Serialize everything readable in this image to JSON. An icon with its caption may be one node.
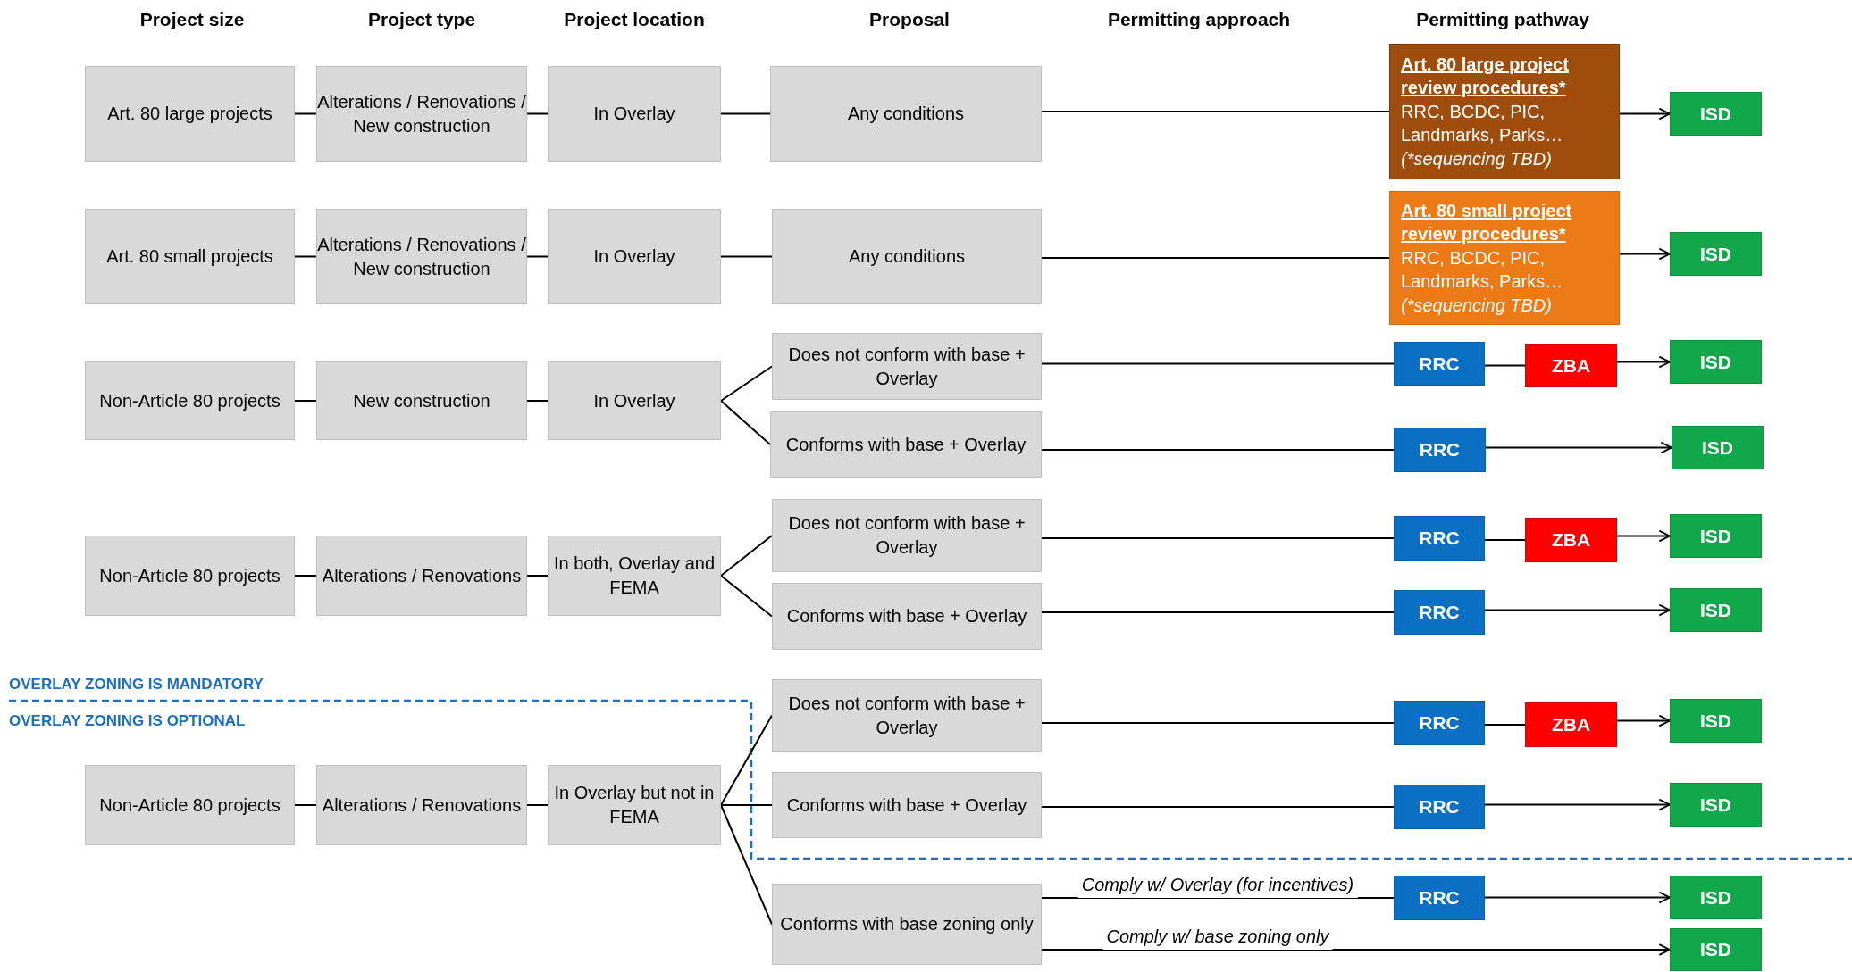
{
  "diagram": {
    "nodes": [
      {
        "text": [
          "Art. 80 large projects"
        ]
      },
      {
        "text": [
          "Alterations / Renovations / New construction"
        ]
      },
      {
        "text": [
          "In Overlay"
        ]
      },
      {
        "text": [
          "Any conditions"
        ]
      },
      {
        "text": [
          "Art. 80 large project review procedures*",
          "RRC, BCDC, PIC, Landmarks, Parks…",
          "(*sequencing TBD)"
        ]
      },
      {
        "text": [
          "ISD"
        ]
      },
      {
        "text": [
          "Art. 80 small projects"
        ]
      },
      {
        "text": [
          "Alterations / Renovations / New construction"
        ]
      },
      {
        "text": [
          "In Overlay"
        ]
      },
      {
        "text": [
          "Any conditions"
        ]
      },
      {
        "text": [
          "Art. 80 small project review procedures*",
          "RRC, BCDC, PIC, Landmarks, Parks…",
          "(*sequencing TBD)"
        ]
      },
      {
        "text": [
          "ISD"
        ]
      },
      {
        "text": [
          "Non-Article 80 projects"
        ]
      },
      {
        "text": [
          "New construction"
        ]
      },
      {
        "text": [
          "In Overlay"
        ]
      },
      {
        "text": [
          "Does not conform with base + Overlay"
        ]
      },
      {
        "text": [
          "RRC"
        ]
      },
      {
        "text": [
          "ZBA"
        ]
      },
      {
        "text": [
          "ISD"
        ]
      },
      {
        "text": [
          "Conforms with base + Overlay"
        ]
      },
      {
        "text": [
          "RRC"
        ]
      },
      {
        "text": [
          "ISD"
        ]
      },
      {
        "text": [
          "Non-Article 80 projects"
        ]
      },
      {
        "text": [
          "Alterations / Renovations"
        ]
      },
      {
        "text": [
          "In both, Overlay and FEMA"
        ]
      },
      {
        "text": [
          "Does not conform with base + Overlay"
        ]
      },
      {
        "text": [
          "RRC"
        ]
      },
      {
        "text": [
          "ZBA"
        ]
      },
      {
        "text": [
          "ISD"
        ]
      },
      {
        "text": [
          "Conforms with base + Overlay"
        ]
      },
      {
        "text": [
          "RRC"
        ]
      },
      {
        "text": [
          "ISD"
        ]
      },
      {
        "text": [
          "Non-Article 80 projects"
        ]
      },
      {
        "text": [
          "Alterations / Renovations"
        ]
      },
      {
        "text": [
          "In Overlay but not in FEMA"
        ]
      },
      {
        "text": [
          "Does not conform with base + Overlay"
        ]
      },
      {
        "text": [
          "RRC"
        ]
      },
      {
        "text": [
          "ZBA"
        ]
      },
      {
        "text": [
          "ISD"
        ]
      },
      {
        "text": [
          "Conforms with base + Overlay"
        ]
      },
      {
        "text": [
          "RRC"
        ]
      },
      {
        "text": [
          "ISD"
        ]
      },
      {
        "text": [
          "Conforms with base zoning only"
        ]
      },
      {
        "text": [
          "RRC"
        ]
      },
      {
        "text": [
          "ISD"
        ]
      },
      {
        "text": [
          "ISD"
        ]
      }
    ],
    "edges": [
      {
        "from": 0,
        "to": 1,
        "arrow": "none"
      },
      {
        "from": 1,
        "to": 2,
        "arrow": "none"
      },
      {
        "from": 2,
        "to": 3,
        "arrow": "none"
      },
      {
        "from": 3,
        "to": 4,
        "arrow": "none"
      },
      {
        "from": 4,
        "to": 5,
        "arrow": "to"
      },
      {
        "from": 6,
        "to": 7,
        "arrow": "none"
      },
      {
        "from": 7,
        "to": 8,
        "arrow": "none"
      },
      {
        "from": 8,
        "to": 9,
        "arrow": "none"
      },
      {
        "from": 9,
        "to": 10,
        "arrow": "none"
      },
      {
        "from": 10,
        "to": 11,
        "arrow": "to"
      },
      {
        "from": 12,
        "to": 13,
        "arrow": "none"
      },
      {
        "from": 13,
        "to": 14,
        "arrow": "none"
      },
      {
        "from": 14,
        "to": 15,
        "arrow": "none"
      },
      {
        "from": 14,
        "to": 19,
        "arrow": "none"
      },
      {
        "from": 15,
        "to": 16,
        "arrow": "none"
      },
      {
        "from": 16,
        "to": 17,
        "arrow": "none"
      },
      {
        "from": 17,
        "to": 18,
        "arrow": "to"
      },
      {
        "from": 19,
        "to": 20,
        "arrow": "none"
      },
      {
        "from": 20,
        "to": 21,
        "arrow": "to"
      },
      {
        "from": 22,
        "to": 23,
        "arrow": "none"
      },
      {
        "from": 23,
        "to": 24,
        "arrow": "none"
      },
      {
        "from": 24,
        "to": 25,
        "arrow": "none"
      },
      {
        "from": 24,
        "to": 29,
        "arrow": "none"
      },
      {
        "from": 25,
        "to": 26,
        "arrow": "none"
      },
      {
        "from": 26,
        "to": 27,
        "arrow": "none"
      },
      {
        "from": 27,
        "to": 28,
        "arrow": "to"
      },
      {
        "from": 29,
        "to": 30,
        "arrow": "none"
      },
      {
        "from": 30,
        "to": 31,
        "arrow": "to"
      },
      {
        "from": 32,
        "to": 33,
        "arrow": "none"
      },
      {
        "from": 33,
        "to": 34,
        "arrow": "none"
      },
      {
        "from": 34,
        "to": 35,
        "arrow": "none"
      },
      {
        "from": 34,
        "to": 39,
        "arrow": "none"
      },
      {
        "from": 34,
        "to": 42,
        "arrow": "none"
      },
      {
        "from": 35,
        "to": 36,
        "arrow": "none"
      },
      {
        "from": 36,
        "to": 37,
        "arrow": "none"
      },
      {
        "from": 37,
        "to": 38,
        "arrow": "to"
      },
      {
        "from": 39,
        "to": 40,
        "arrow": "none"
      },
      {
        "from": 40,
        "to": 41,
        "arrow": "to"
      },
      {
        "from": 42,
        "to": 43,
        "arrow": "none",
        "label": "Comply w/ Overlay (for incentives)"
      },
      {
        "from": 43,
        "to": 44,
        "arrow": "to"
      },
      {
        "from": 42,
        "to": 45,
        "arrow": "to",
        "label": "Comply w/ base zoning only"
      }
    ],
    "labels": [
      "Project size",
      "Project type",
      "Project location",
      "Proposal",
      "Permitting approach",
      "Permitting pathway",
      "OVERLAY ZONING IS MANDATORY",
      "OVERLAY ZONING IS OPTIONAL"
    ]
  }
}
